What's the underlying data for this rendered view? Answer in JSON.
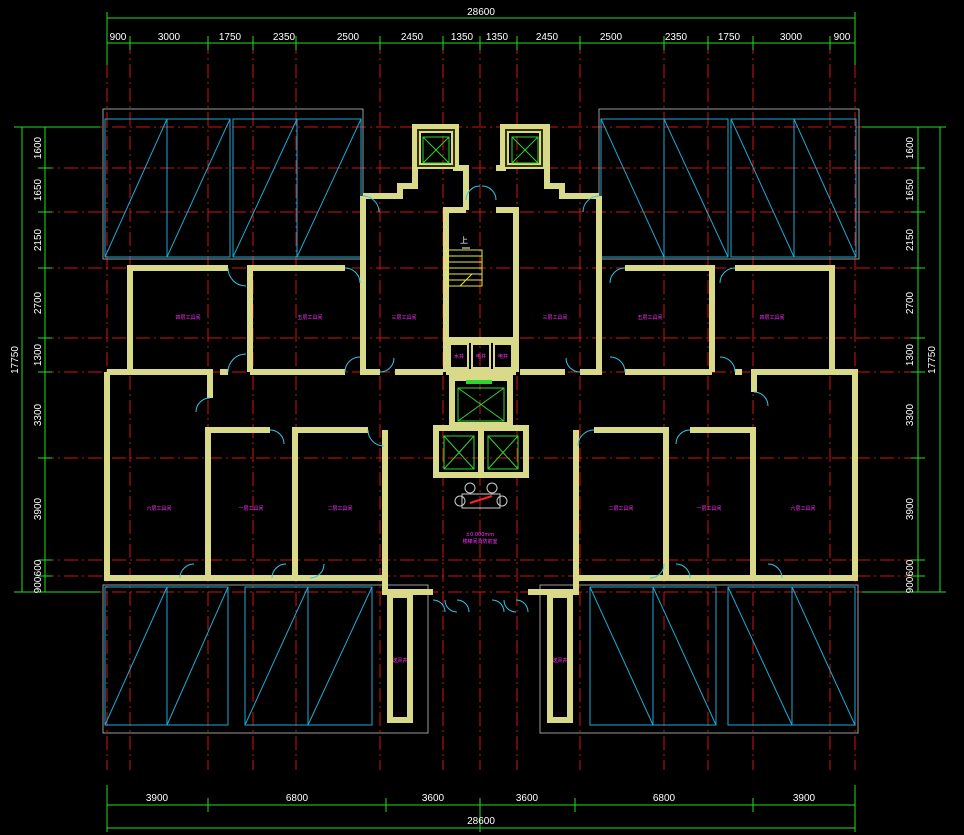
{
  "top_total": "28600",
  "bottom_total": "28600",
  "top_dims": [
    "900",
    "3000",
    "1750",
    "2350",
    "2500",
    "2450",
    "1350",
    "1350",
    "2450",
    "2500",
    "2350",
    "1750",
    "3000",
    "900"
  ],
  "bottom_dims": [
    "3900",
    "6800",
    "3600",
    "3600",
    "6800",
    "3900"
  ],
  "side_dims": [
    "1600",
    "1650",
    "2150",
    "2700",
    "1300",
    "3300",
    "3900",
    "600",
    "900"
  ],
  "side_total": "17750",
  "rooms": {
    "left_top_outer": "四层工具间",
    "left_top_inner": "五层工具间",
    "left_top_near_core": "三层工具间",
    "right_top_near_core": "三层工具间",
    "right_top_inner": "五层工具间",
    "right_top_outer": "四层工具间",
    "left_bottom_outer": "六层工具间",
    "left_bottom_mid": "一层工具间",
    "left_bottom_inner": "二层工具间",
    "right_bottom_inner": "二层工具间",
    "right_bottom_mid": "一层工具间",
    "right_bottom_outer": "六层工具间",
    "core_small_1": "水井",
    "core_small_2": "电井",
    "core_small_3": "电井",
    "shaft_left": "送风井",
    "shaft_right": "送风井",
    "entrance_line1": "±0.000mm",
    "entrance_line2": "楼梯间消防前室"
  },
  "stair_up": "上",
  "colors": {
    "background": "#000000",
    "axis": "#d01414",
    "dimension": "#22dd22",
    "wall": "#d9d98a",
    "glazing": "#1ea9d6",
    "room_label": "#ff33ff"
  }
}
